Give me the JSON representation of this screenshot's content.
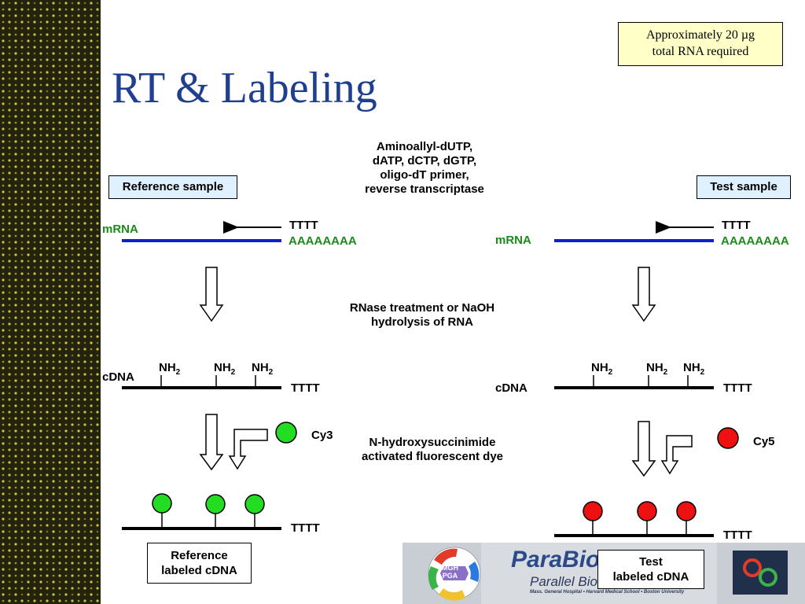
{
  "title": "RT & Labeling",
  "note": {
    "line1": "Approximately 20 µg",
    "line2": "total RNA required"
  },
  "reagents": {
    "line1": "Aminoallyl-dUTP,",
    "line2": "dATP, dCTP, dGTP,",
    "line3": "oligo-dT primer,",
    "line4": "reverse transcriptase"
  },
  "hydrolysis": {
    "line1": "RNase treatment or NaOH",
    "line2": "hydrolysis of RNA"
  },
  "dye_step": {
    "line1": "N-hydroxysuccinimide",
    "line2": "activated fluorescent dye"
  },
  "left": {
    "sample_label": "Reference sample",
    "mrna": "mRNA",
    "primer": "TTTT",
    "polyA": "AAAAAAAA",
    "cdna": "cDNA",
    "nh2": [
      "NH",
      "NH",
      "NH"
    ],
    "sub2": "2",
    "tail": "TTTT",
    "dye": "Cy3",
    "result_line1": "Reference",
    "result_line2": "labeled cDNA",
    "dye_color": "#22dd22"
  },
  "right": {
    "sample_label": "Test sample",
    "mrna": "mRNA",
    "primer": "TTTT",
    "polyA": "AAAAAAAA",
    "cdna": "cDNA",
    "nh2": [
      "NH",
      "NH",
      "NH"
    ],
    "sub2": "2",
    "tail": "TTTT",
    "dye": "Cy5",
    "result_line1": "Test",
    "result_line2": "labeled cDNA",
    "dye_color": "#ee1111"
  },
  "logo": {
    "brand": "ParaBioS",
    "tagline": "Parallel Biolo",
    "affiliation": "Mass. General Hospital • Harvard Medical School • Boston University",
    "badge_line1": "MGH",
    "badge_line2": "PGA"
  },
  "colors": {
    "title": "#1f3f8f",
    "mrna_line": "#1020cc",
    "green_text": "#1a8a1a"
  }
}
